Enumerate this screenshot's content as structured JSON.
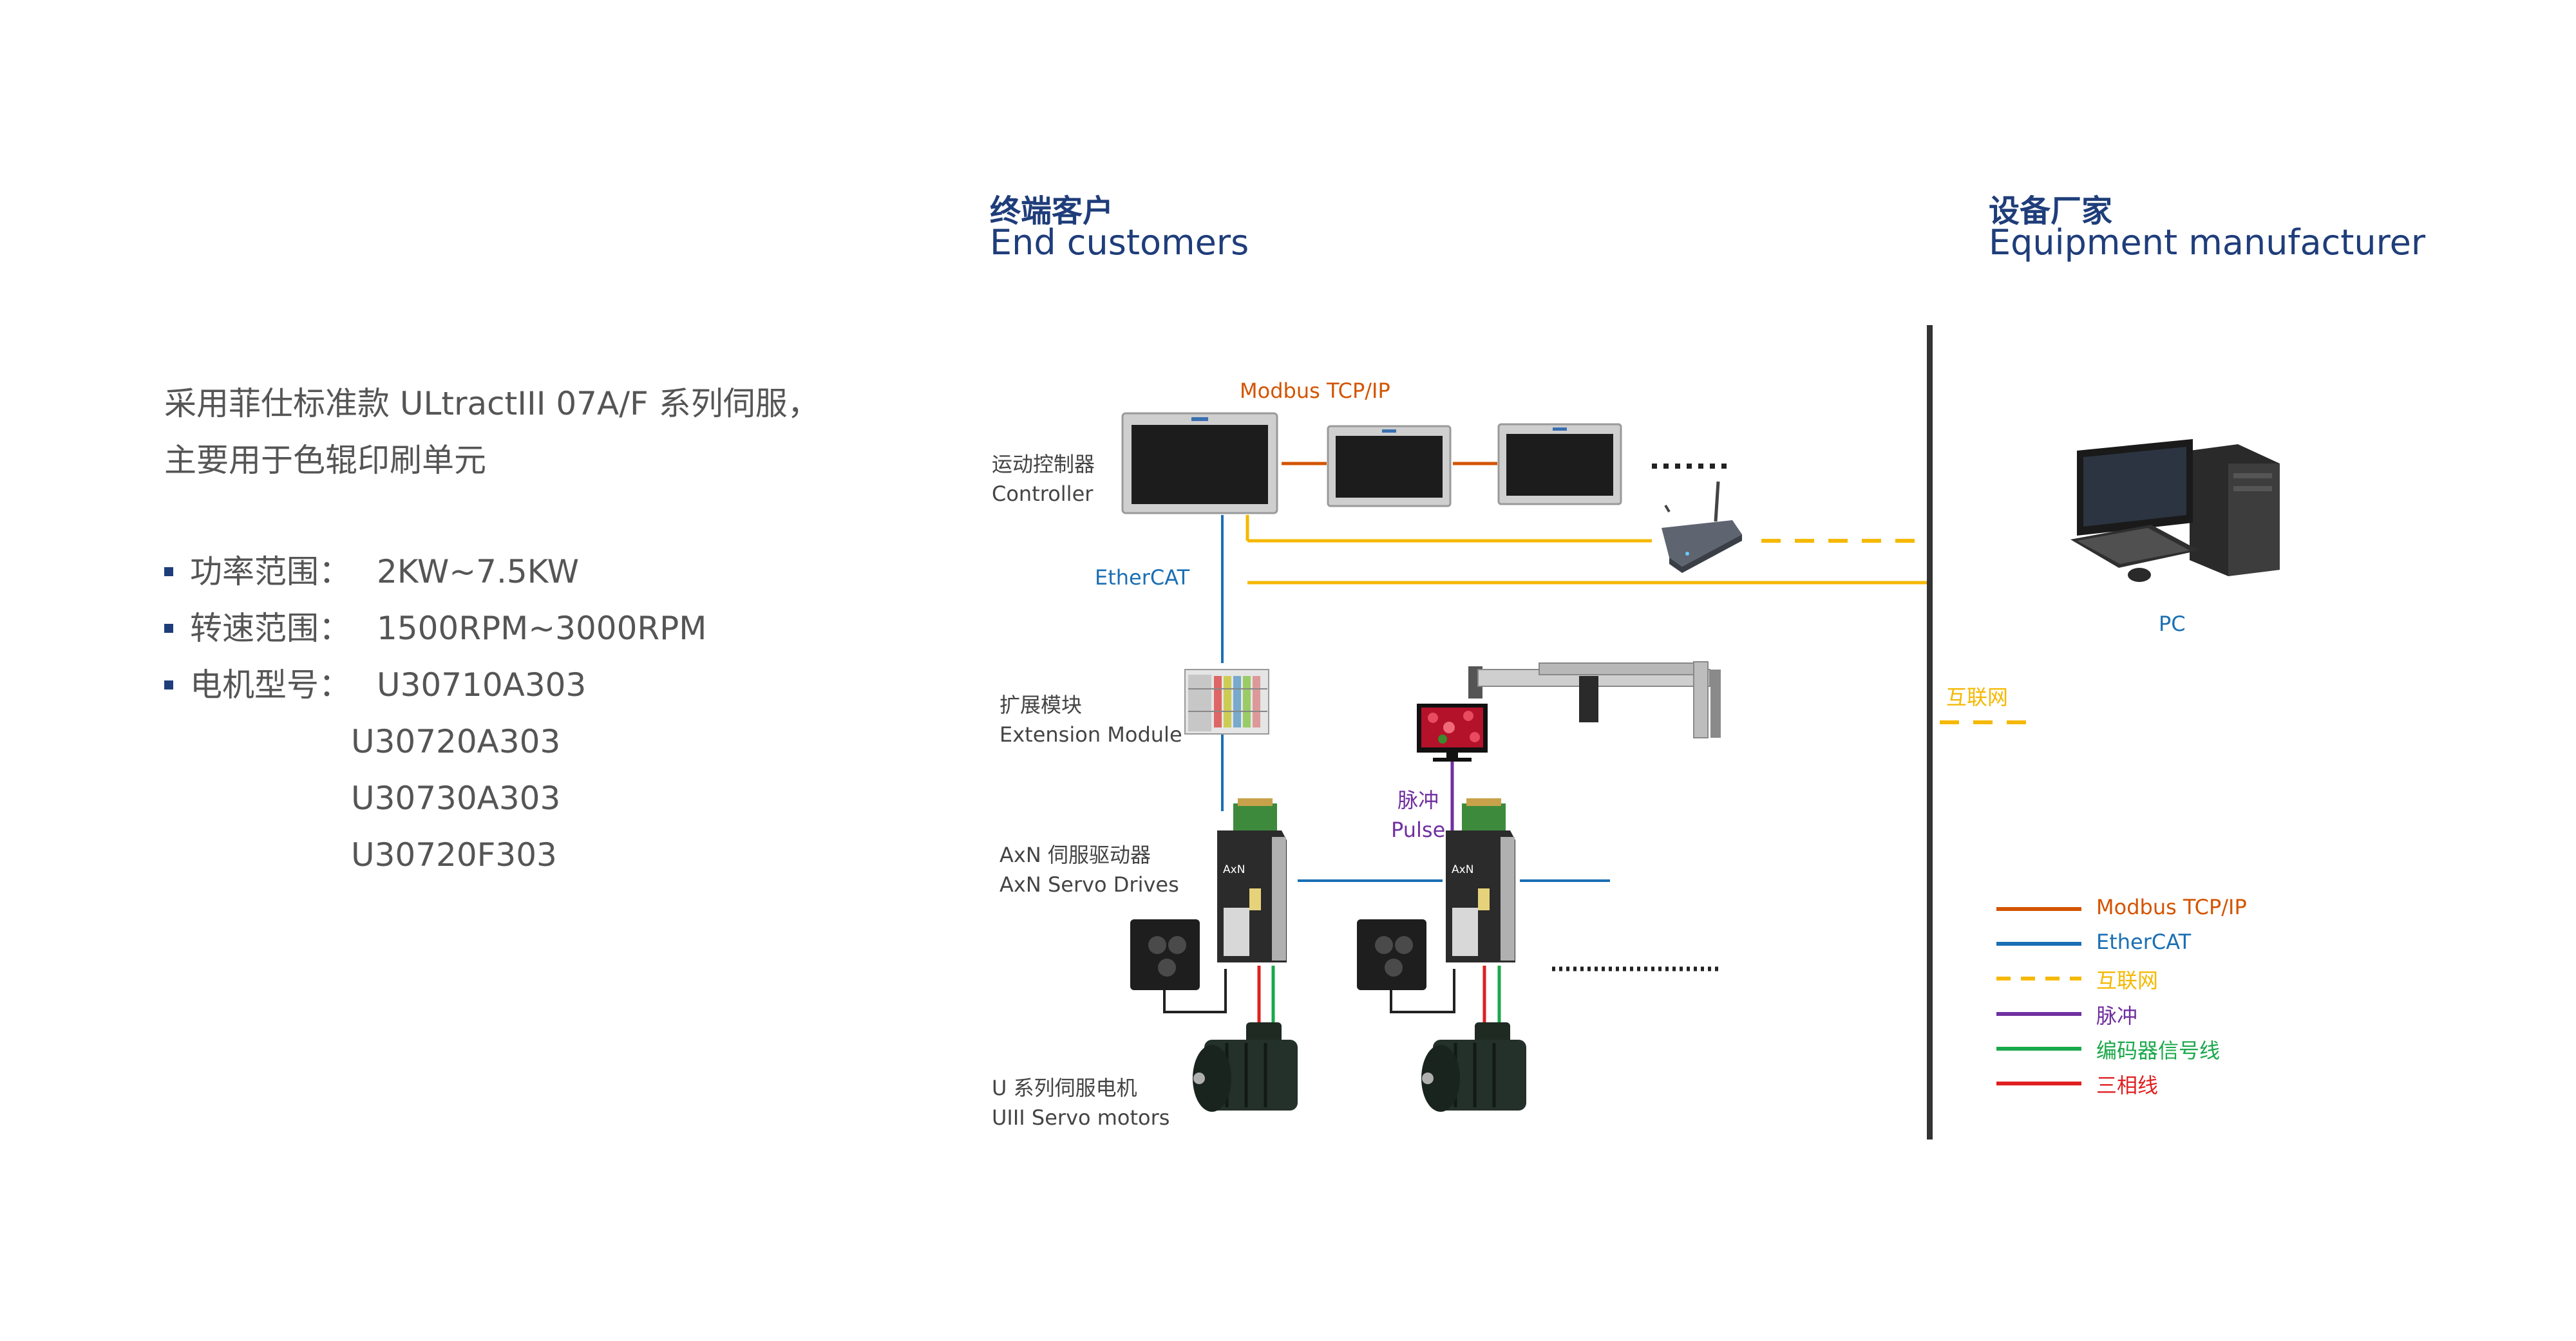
{
  "intro": {
    "line1": "采用菲仕标准款 ULtractIII 07A/F 系列伺服，",
    "line2": "主要用于色辊印刷单元"
  },
  "specs": [
    {
      "label": "功率范围：",
      "value": "2KW~7.5KW"
    },
    {
      "label": "转速范围：",
      "value": "1500RPM~3000RPM"
    },
    {
      "label": "电机型号：",
      "value": "U30710A303"
    }
  ],
  "extra_models": [
    "U30720A303",
    "U30730A303",
    "U30720F303"
  ],
  "headers": {
    "end_cn": "终端客户",
    "end_en": "End customers",
    "mfr_cn": "设备厂家",
    "mfr_en": "Equipment manufacturer"
  },
  "diagram": {
    "modbus": "Modbus  TCP/IP",
    "ethercat": "EtherCAT",
    "internet": "互联网",
    "pulse_cn": "脉冲",
    "pulse_en": "Pulse",
    "pc": "PC",
    "controller_cn": "运动控制器",
    "controller_en": "Controller",
    "ext_cn": "扩展模块",
    "ext_en": "Extension Module",
    "drives_cn": "AxN 伺服驱动器",
    "drives_en": "AxN Servo Drives",
    "motors_cn": "U 系列伺服电机",
    "motors_en": "UIII Servo motors",
    "drive_badge": "AxN"
  },
  "legend": [
    {
      "label": "Modbus  TCP/IP",
      "color": "#d35400",
      "dashed": false
    },
    {
      "label": "EtherCAT",
      "color": "#1a6fb4",
      "dashed": false
    },
    {
      "label": "互联网",
      "color": "#f5b800",
      "dashed": true
    },
    {
      "label": "脉冲",
      "color": "#7030a0",
      "dashed": false
    },
    {
      "label": "编码器信号线",
      "color": "#1aa84a",
      "dashed": false
    },
    {
      "label": "三相线",
      "color": "#e02020",
      "dashed": false
    }
  ],
  "colors": {
    "heading": "#1f3d7a",
    "body_text": "#555555",
    "modbus": "#d35400",
    "ethercat": "#1a6fb4",
    "internet": "#f5b800",
    "pulse": "#7030a0",
    "encoder": "#1aa84a",
    "three_phase": "#e02020"
  },
  "icons": [
    "controller-panel-icon",
    "hmi-panel-icon",
    "router-icon",
    "pc-icon",
    "extension-module-icon",
    "servo-drive-icon",
    "servo-motor-icon",
    "encoder-box-icon",
    "monitor-icon",
    "gantry-robot-icon"
  ]
}
